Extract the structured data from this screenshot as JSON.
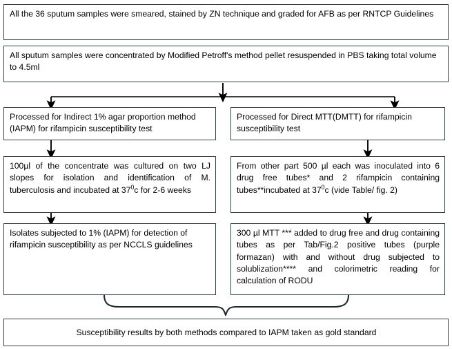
{
  "diagram": {
    "type": "flowchart",
    "title": "Sputum sample processing and rifampicin susceptibility testing workflow",
    "stroke_color": "#2f3f43",
    "background_color": "#ffffff",
    "nodes": {
      "smear": {
        "id": "box-smear",
        "text": "All the 36 sputum samples were smeared, stained by ZN technique and graded for AFB as per RNTCP Guidelines"
      },
      "concentrate": {
        "id": "box-concentrate",
        "text": "All sputum samples were concentrated by Modified Petroff's method  pellet resuspended in PBS taking total volume to 4.5ml"
      },
      "iapm": {
        "id": "box-iapm",
        "text": "Processed for Indirect 1%  agar proportion method (IAPM) for rifampicin susceptibility test"
      },
      "dmtt": {
        "id": "box-dmtt",
        "text": "Processed for Direct MTT(DMTT) for rifampicin susceptibility test"
      },
      "lj_culture": {
        "id": "box-lj",
        "text_part1": "100µl of the concentrate was cultured on two LJ slopes for isolation and identification of M. tuberculosis and incubated at 37",
        "superscript": "0",
        "text_part2": "c for 2-6 weeks"
      },
      "tubes": {
        "id": "box-tubes",
        "text_part1": "From other part 500 µl each was inoculated into 6 drug free tubes* and 2 rifampicin containing tubes**incubated at 37",
        "superscript": "0",
        "text_part2": "c (vide Table/ fig. 2)"
      },
      "isolates": {
        "id": "box-isolates",
        "text": "Isolates subjected to 1% (IAPM) for detection of rifampicin susceptibility as per NCCLS guidelines"
      },
      "mtt": {
        "id": "box-mtt",
        "text": "300 µl MTT *** added to drug free and drug containing tubes as per Tab/Fig.2   positive tubes (purple formazan) with and without drug subjected to solublization**** and colorimetric reading for calculation of RODU"
      },
      "results": {
        "id": "box-results",
        "text": "Susceptibility results by both methods compared to IAPM taken as gold standard"
      }
    },
    "edges": [
      {
        "name": "smear-to-concentrate",
        "from": "smear",
        "to": "concentrate",
        "style": "implicit-adjacent"
      },
      {
        "name": "concentrate-to-split",
        "from": "concentrate",
        "to": "branch-point",
        "style": "arrow-down"
      },
      {
        "name": "split-to-iapm",
        "from": "branch-point",
        "to": "iapm",
        "style": "elbow-arrow-left"
      },
      {
        "name": "split-to-dmtt",
        "from": "branch-point",
        "to": "dmtt",
        "style": "elbow-arrow-right"
      },
      {
        "name": "iapm-to-lj",
        "from": "iapm",
        "to": "lj_culture",
        "style": "arrow-down"
      },
      {
        "name": "dmtt-to-tubes",
        "from": "dmtt",
        "to": "tubes",
        "style": "arrow-down"
      },
      {
        "name": "lj-to-isolates",
        "from": "lj_culture",
        "to": "isolates",
        "style": "arrow-down"
      },
      {
        "name": "tubes-to-mtt",
        "from": "tubes",
        "to": "mtt",
        "style": "arrow-down"
      },
      {
        "name": "merge-to-results",
        "from": "isolates+mtt",
        "to": "results",
        "style": "curly-brace"
      }
    ]
  }
}
